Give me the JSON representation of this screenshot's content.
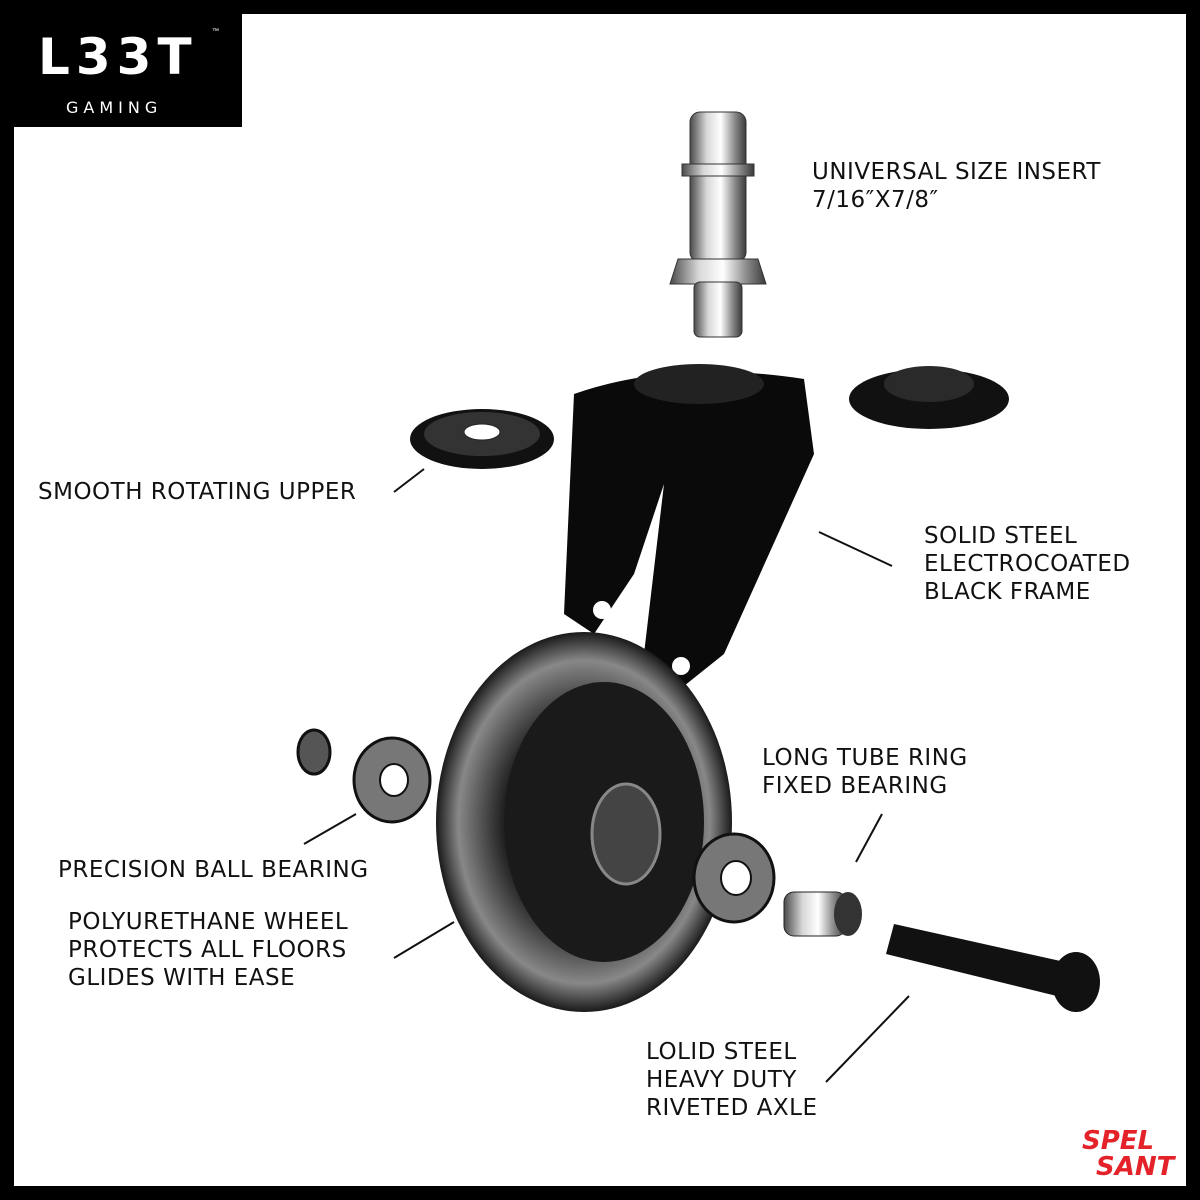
{
  "brand": {
    "name": "L33T",
    "tagline": "GAMING",
    "trademark": "™"
  },
  "labels": {
    "insert": [
      "UNIVERSAL SIZE INSERT",
      "7/16″X7/8″"
    ],
    "upper": [
      "SMOOTH ROTATING UPPER"
    ],
    "frame": [
      "SOLID STEEL",
      "ELECTROCOATED",
      "BLACK FRAME"
    ],
    "tube": [
      "LONG TUBE RING",
      "FIXED BEARING"
    ],
    "bearing": [
      "PRECISION BALL BEARING"
    ],
    "wheel": [
      "POLYURETHANE WHEEL",
      "PROTECTS ALL FLOORS",
      "GLIDES WITH EASE"
    ],
    "axle": [
      "LOLID STEEL",
      "HEAVY DUTY",
      "RIVETED AXLE"
    ]
  },
  "badge": {
    "line1": "SPEL",
    "line2": "SANT"
  },
  "colors": {
    "frame": "#000000",
    "background": "#ffffff",
    "badge_red": "#e4222a",
    "chrome": "#9a9a9a"
  }
}
